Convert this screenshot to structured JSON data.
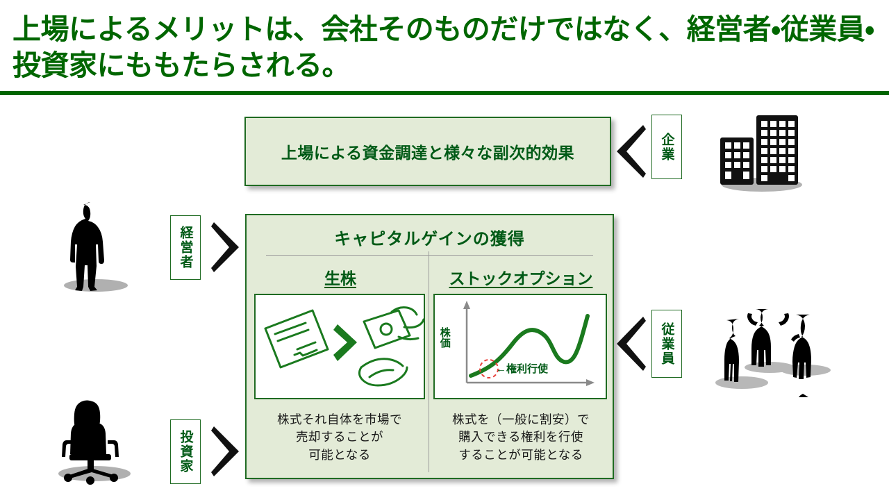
{
  "slide": {
    "title": "上場によるメリットは、会社そのものだけではなく、経営者・従業員・投資家にももたらされる。",
    "accent_color": "#006600",
    "panel_fill": "#e3ebd7",
    "panel_border": "#1f6b22",
    "text_color": "#005a16"
  },
  "top_box": {
    "text": "上場による資金調達と様々な副次的効果"
  },
  "main_panel": {
    "title": "キャピタルゲインの獲得",
    "columns": [
      {
        "heading": "生株",
        "description": "株式それ自体を市場で\n売却することが\n可能となる",
        "illustration": "stock-certificate-to-cash-icon"
      },
      {
        "heading": "ストックオプション",
        "description": "株式を（一般に割安）で\n購入できる権利を行使\nすることが可能となる",
        "illustration": "stock-price-chart"
      }
    ]
  },
  "chart": {
    "y_axis_label": "株価",
    "annotation": "←権利行使",
    "marker_color": "#e8403a",
    "line_color": "#1a7a1e"
  },
  "role_tags": {
    "company": "企業",
    "executive": "経営者",
    "employee": "従業員",
    "investor": "投資家"
  },
  "figures": {
    "executive": "businessman-silhouette",
    "investor": "seated-person-silhouette",
    "company": "office-buildings-icon",
    "employees": "employee-group-silhouette"
  },
  "arrows": {
    "company_to_box": "chevron-left-icon",
    "executive_to_panel": "chevron-right-icon",
    "employee_to_panel": "chevron-left-icon",
    "investor_to_panel": "chevron-right-icon"
  }
}
